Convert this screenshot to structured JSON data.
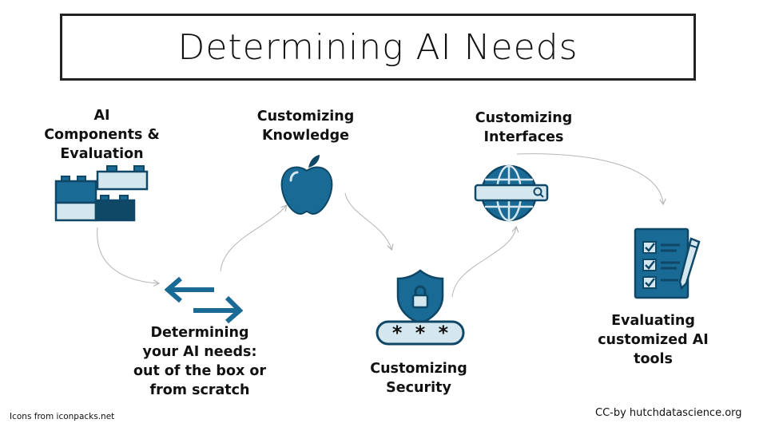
{
  "title": "Determining AI Needs",
  "steps": {
    "components": "AI\nComponents &\nEvaluation",
    "needs": "Determining\nyour AI needs:\nout of the box or\nfrom scratch",
    "knowledge": "Customizing\nKnowledge",
    "security": "Customizing\nSecurity",
    "interfaces": "Customizing\nInterfaces",
    "evaluating": "Evaluating\ncustomized AI\ntools"
  },
  "password_mask": "* * *",
  "footer": {
    "icons_credit": "Icons from iconpacks.net",
    "license": "CC-by hutchdatascience.org"
  },
  "colors": {
    "primary": "#1a6a96",
    "dark": "#0f4766",
    "light": "#d4e6ee",
    "arrow": "#b5b5b5"
  },
  "icons": [
    "blocks-icon",
    "swap-arrows-icon",
    "apple-icon",
    "shield-lock-icon",
    "globe-search-icon",
    "checklist-icon"
  ]
}
